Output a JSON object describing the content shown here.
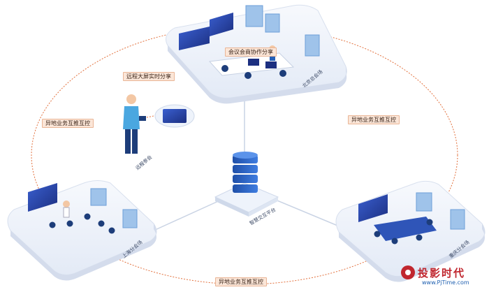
{
  "labels": {
    "meeting_share": "会议会商协作分享",
    "remote_screen_share": "远程大屏实时分享",
    "remote_control_tl": "异地业务互推互控",
    "remote_control_tr": "异地业务互推互控",
    "remote_control_bottom": "异地业务互推互控"
  },
  "venues": {
    "beijing": "北京总会场",
    "shanghai": "上海分会场",
    "third": "重庆分会场",
    "remote": "远程参会"
  },
  "hub": "智慧交互平台",
  "branding": {
    "logo_text": "投影时代",
    "url": "www.PjTime.com"
  },
  "colors": {
    "accent_line": "#e2703c",
    "tag_bg": "#fbe6d8",
    "server_blue": "#2f64c8",
    "platform": "#eef3fb"
  }
}
